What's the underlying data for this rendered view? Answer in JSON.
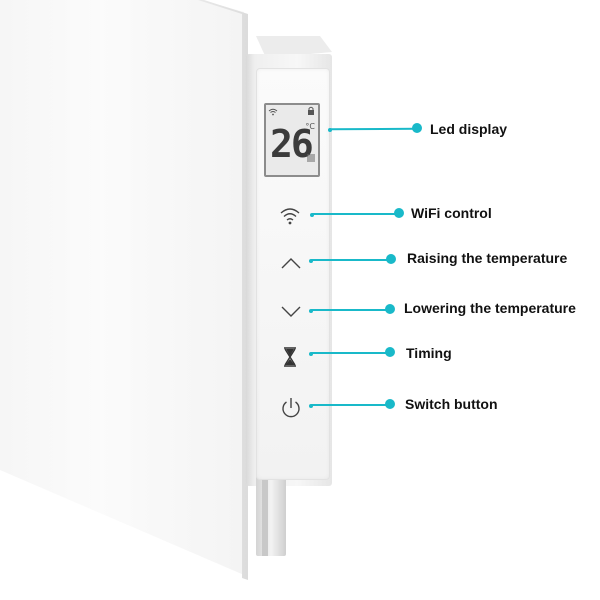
{
  "display": {
    "temperature": "26",
    "unit": "°C"
  },
  "icons": {
    "display_wifi": "wifi-icon",
    "display_lock": "lock-icon",
    "display_heat": "heating-icon",
    "wifi_button": "wifi-icon",
    "up_button": "chevron-up-icon",
    "down_button": "chevron-down-icon",
    "timer_button": "hourglass-icon",
    "power_button": "power-icon"
  },
  "accent_color": "#19b9c9",
  "callouts": [
    {
      "key": "led",
      "label": "Led display"
    },
    {
      "key": "wifi",
      "label": "WiFi control"
    },
    {
      "key": "up",
      "label": "Raising the temperature"
    },
    {
      "key": "down",
      "label": "Lowering the temperature"
    },
    {
      "key": "timer",
      "label": "Timing"
    },
    {
      "key": "power",
      "label": "Switch button"
    }
  ]
}
